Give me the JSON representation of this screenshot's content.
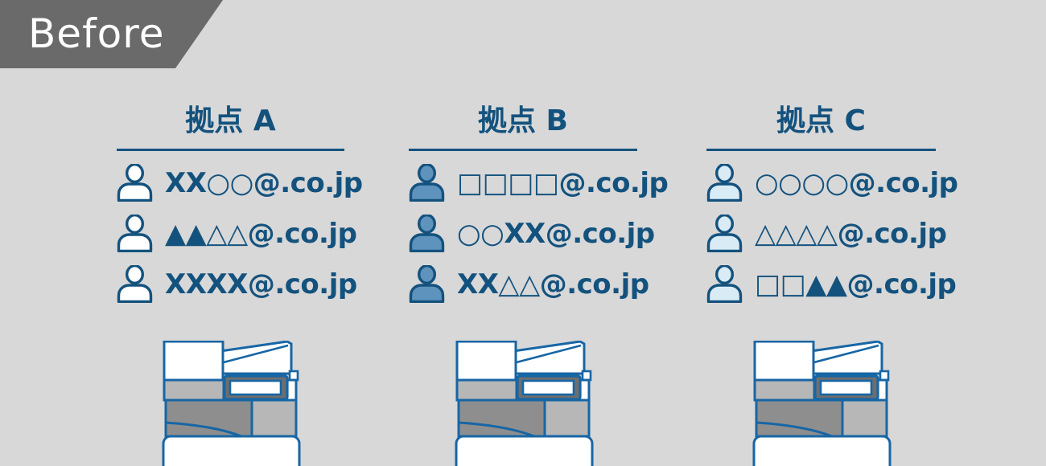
{
  "banner": {
    "label": "Before"
  },
  "colors": {
    "background": "#d8d8d8",
    "banner_bg": "#6a6a6a",
    "banner_text": "#ffffff",
    "accent_blue": "#14527e",
    "printer_line_blue": "#1766a5",
    "printer_dark_gray": "#8e8e8e",
    "printer_light_gray": "#b7b7b7",
    "printer_panel_gray": "#6e6e6e"
  },
  "sites": [
    {
      "name": "拠点 A",
      "icon_fill": "#ffffff",
      "users": [
        "XX○○@.co.jp",
        "▲▲△△@.co.jp",
        "XXXX@.co.jp"
      ]
    },
    {
      "name": "拠点 B",
      "icon_fill": "#5e93bd",
      "users": [
        "□□□□@.co.jp",
        "○○XX@.co.jp",
        "XX△△@.co.jp"
      ]
    },
    {
      "name": "拠点 C",
      "icon_fill": "#d9ecf6",
      "users": [
        "○○○○@.co.jp",
        "△△△△@.co.jp",
        "□□▲▲@.co.jp"
      ]
    }
  ]
}
